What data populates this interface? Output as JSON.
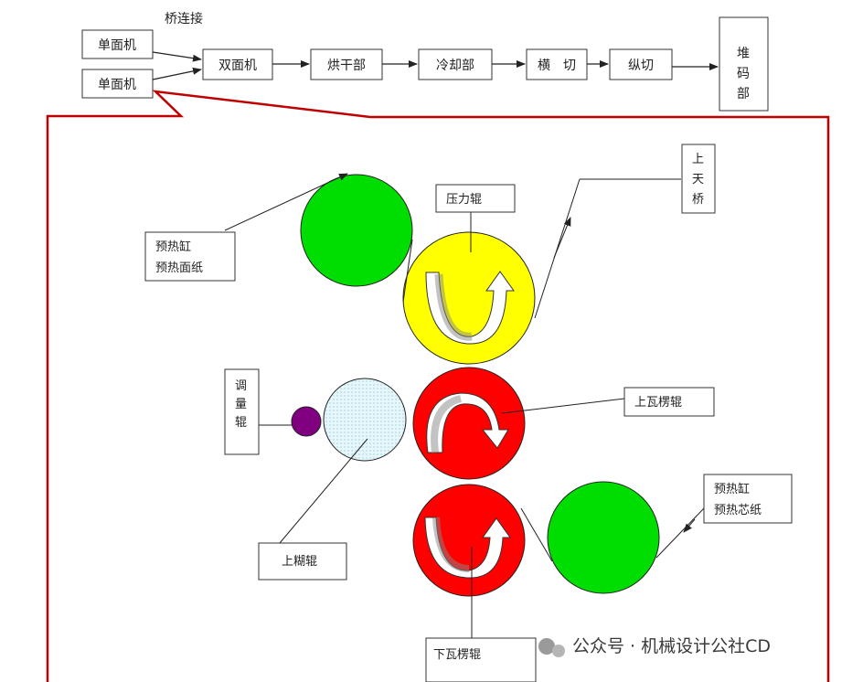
{
  "flow": {
    "bridge_label": "桥连接",
    "single_facer_1": "单面机",
    "single_facer_2": "单面机",
    "double_facer": "双面机",
    "dryer": "烘干部",
    "cooler": "冷却部",
    "cross_cut": "横　切",
    "slitter": "纵切",
    "stacker": [
      "堆",
      "码",
      "部"
    ]
  },
  "detail": {
    "preheater_top": [
      "预热缸",
      "预热面纸"
    ],
    "pressure_roll": "压力辊",
    "upper_bridge": [
      "上",
      "天",
      "桥"
    ],
    "metering_roll": [
      "调",
      "量",
      "辊"
    ],
    "upper_corrugating_roll": "上瓦楞辊",
    "preheater_bottom": [
      "预热缸",
      "预热芯纸"
    ],
    "glue_roll": "上糊辊",
    "lower_corrugating_roll": "下瓦楞辊"
  },
  "colors": {
    "outline_red": "#c00000",
    "green": "#00dd00",
    "yellow": "#ffff00",
    "red": "#ff0000",
    "purple": "#800080",
    "light_blue": "#dff4fb"
  },
  "watermark": "公众号 · 机械设计公社CD"
}
